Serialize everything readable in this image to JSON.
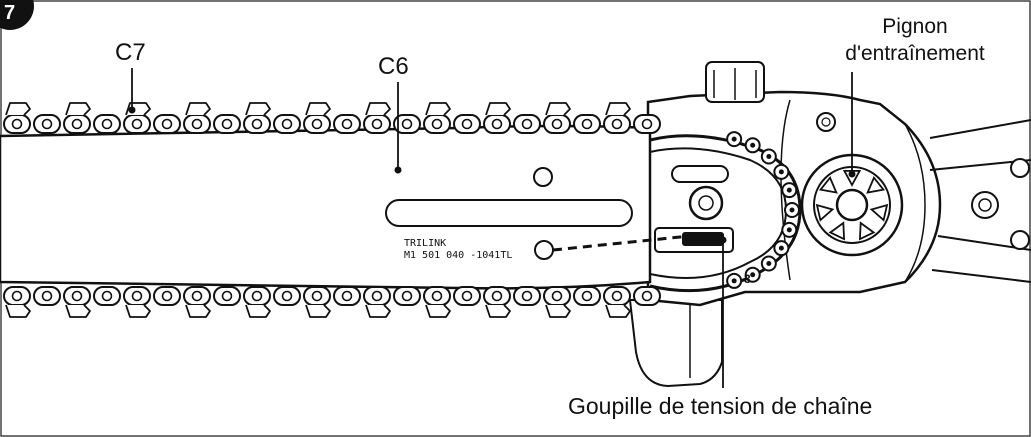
{
  "diagram": {
    "step_number": "7",
    "labels": {
      "c7": "C7",
      "c6": "C6",
      "drive_sprocket_line1": "Pignon",
      "drive_sprocket_line2": "d'entraînement",
      "tension_pin": "Goupille de tension de chaîne"
    },
    "bar_marking": {
      "brand": "TRILINK",
      "code": "M1 501 040 -1041TL"
    },
    "small_marks": {
      "pin_mark": "3"
    }
  }
}
